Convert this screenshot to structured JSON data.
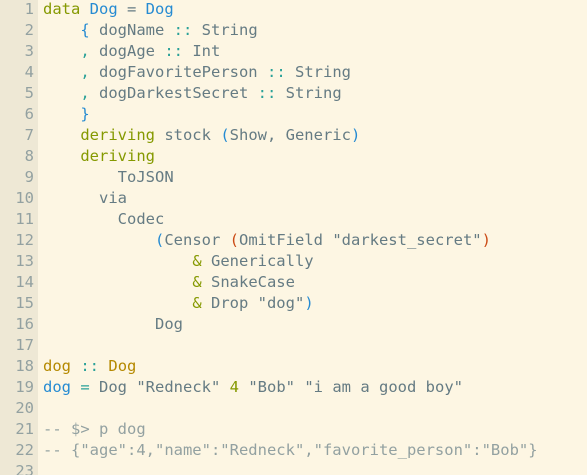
{
  "editor": {
    "lines": [
      {
        "n": "1",
        "t": [
          [
            "kw",
            "data"
          ],
          [
            "pl",
            " "
          ],
          [
            "ty",
            "Dog"
          ],
          [
            "pl",
            " = "
          ],
          [
            "ty",
            "Dog"
          ]
        ]
      },
      {
        "n": "2",
        "t": [
          [
            "pl",
            "    "
          ],
          [
            "ty",
            "{"
          ],
          [
            "pl",
            " dogName "
          ],
          [
            "op",
            "::"
          ],
          [
            "pl",
            " String"
          ]
        ]
      },
      {
        "n": "3",
        "t": [
          [
            "pl",
            "    "
          ],
          [
            "op",
            ","
          ],
          [
            "pl",
            " dogAge "
          ],
          [
            "op",
            "::"
          ],
          [
            "pl",
            " Int"
          ]
        ]
      },
      {
        "n": "4",
        "t": [
          [
            "pl",
            "    "
          ],
          [
            "op",
            ","
          ],
          [
            "pl",
            " dogFavoritePerson "
          ],
          [
            "op",
            "::"
          ],
          [
            "pl",
            " String"
          ]
        ]
      },
      {
        "n": "5",
        "t": [
          [
            "pl",
            "    "
          ],
          [
            "op",
            ","
          ],
          [
            "pl",
            " dogDarkestSecret "
          ],
          [
            "op",
            "::"
          ],
          [
            "pl",
            " String"
          ]
        ]
      },
      {
        "n": "6",
        "t": [
          [
            "pl",
            "    "
          ],
          [
            "ty",
            "}"
          ]
        ]
      },
      {
        "n": "7",
        "t": [
          [
            "pl",
            "    "
          ],
          [
            "kw",
            "deriving"
          ],
          [
            "pl",
            " stock "
          ],
          [
            "ty",
            "("
          ],
          [
            "pl",
            "Show, Generic"
          ],
          [
            "ty",
            ")"
          ]
        ]
      },
      {
        "n": "8",
        "t": [
          [
            "pl",
            "    "
          ],
          [
            "kw",
            "deriving"
          ]
        ]
      },
      {
        "n": "9",
        "t": [
          [
            "pl",
            "        ToJSON"
          ]
        ]
      },
      {
        "n": "10",
        "t": [
          [
            "pl",
            "      via"
          ]
        ]
      },
      {
        "n": "11",
        "t": [
          [
            "pl",
            "        Codec"
          ]
        ]
      },
      {
        "n": "12",
        "t": [
          [
            "pl",
            "            "
          ],
          [
            "ty",
            "("
          ],
          [
            "pl",
            "Censor "
          ],
          [
            "pr",
            "("
          ],
          [
            "pl",
            "OmitField \"darkest_secret\""
          ],
          [
            "pr",
            ")"
          ]
        ]
      },
      {
        "n": "13",
        "t": [
          [
            "pl",
            "                "
          ],
          [
            "kw",
            "&"
          ],
          [
            "pl",
            " Generically"
          ]
        ]
      },
      {
        "n": "14",
        "t": [
          [
            "pl",
            "                "
          ],
          [
            "kw",
            "&"
          ],
          [
            "pl",
            " SnakeCase"
          ]
        ]
      },
      {
        "n": "15",
        "t": [
          [
            "pl",
            "                "
          ],
          [
            "kw",
            "&"
          ],
          [
            "pl",
            " Drop \"dog\""
          ],
          [
            "ty",
            ")"
          ]
        ]
      },
      {
        "n": "16",
        "t": [
          [
            "pl",
            "            Dog"
          ]
        ]
      },
      {
        "n": "17",
        "t": []
      },
      {
        "n": "18",
        "t": [
          [
            "fn",
            "dog"
          ],
          [
            "pl",
            " "
          ],
          [
            "op",
            "::"
          ],
          [
            "pl",
            " "
          ],
          [
            "fn",
            "Dog"
          ]
        ]
      },
      {
        "n": "19",
        "t": [
          [
            "ty",
            "dog"
          ],
          [
            "pl",
            " "
          ],
          [
            "op",
            "="
          ],
          [
            "pl",
            " Dog \"Redneck\" "
          ],
          [
            "num",
            "4"
          ],
          [
            "pl",
            " \"Bob\" \"i am a good boy\""
          ]
        ]
      },
      {
        "n": "20",
        "t": []
      },
      {
        "n": "21",
        "t": [
          [
            "cm",
            "-- $> p dog"
          ]
        ]
      },
      {
        "n": "22",
        "t": [
          [
            "cm",
            "-- {\"age\":4,\"name\":\"Redneck\",\"favorite_person\":\"Bob\"}"
          ]
        ]
      },
      {
        "n": "23",
        "t": []
      }
    ]
  }
}
